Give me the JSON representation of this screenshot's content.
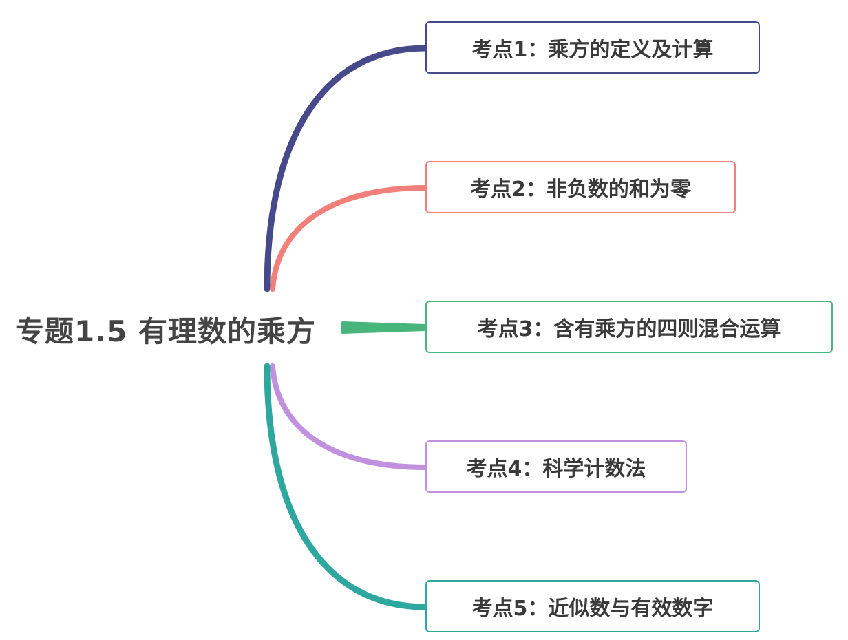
{
  "root": {
    "title": "专题1.5 有理数的乘方"
  },
  "branches": [
    {
      "label": "考点1：乘方的定义及计算",
      "color": "#474a8a"
    },
    {
      "label": "考点2：非负数的和为零",
      "color": "#f2807a"
    },
    {
      "label": "考点3：含有乘方的四则混合运算",
      "color": "#47b57c"
    },
    {
      "label": "考点4：科学计数法",
      "color": "#c191e0"
    },
    {
      "label": "考点5：近似数与有效数字",
      "color": "#2ea79f"
    }
  ]
}
